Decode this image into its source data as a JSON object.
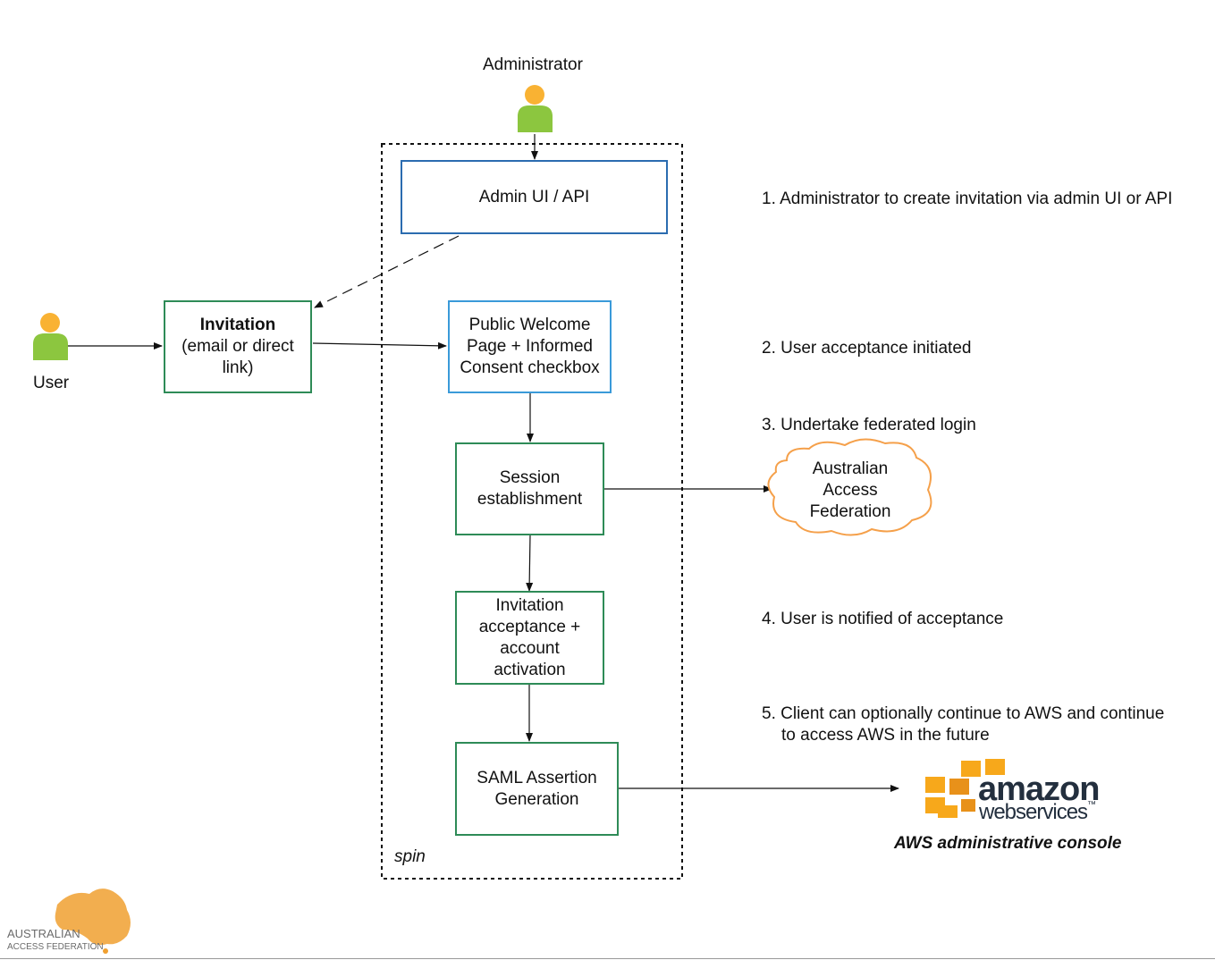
{
  "actors": {
    "administrator": "Administrator",
    "user": "User"
  },
  "boxes": {
    "admin_ui": "Admin UI / API",
    "invitation_title": "Invitation",
    "invitation_sub": "(email or direct link)",
    "welcome": "Public Welcome Page + Informed Consent checkbox",
    "session": "Session establishment",
    "acceptance": "Invitation acceptance + account activation",
    "saml": "SAML Assertion Generation"
  },
  "container_label": "spin",
  "steps": {
    "s1": "1. Administrator to create invitation via admin UI or API",
    "s2": "2. User acceptance initiated",
    "s3": "3. Undertake federated login",
    "s4": "4. User is notified of acceptance",
    "s5a": "5. Client can optionally continue to AWS and continue",
    "s5b": "to access AWS in the future"
  },
  "cloud": {
    "line1": "Australian",
    "line2": "Access",
    "line3": "Federation"
  },
  "aws": {
    "amazon": "amazon",
    "webservices": "webservices",
    "tm": "™",
    "caption": "AWS administrative console"
  },
  "aaf_logo": {
    "line1": "AUSTRALIAN",
    "line2": "ACCESS FEDERATION"
  },
  "colors": {
    "blue_border": "#2b6cb0",
    "light_blue_border": "#3a9ad9",
    "green_border": "#2e8b57",
    "cloud_orange": "#f5a04a",
    "aws_orange": "#f7a81b",
    "person_green": "#8cc63f",
    "person_head": "#f9b233"
  }
}
